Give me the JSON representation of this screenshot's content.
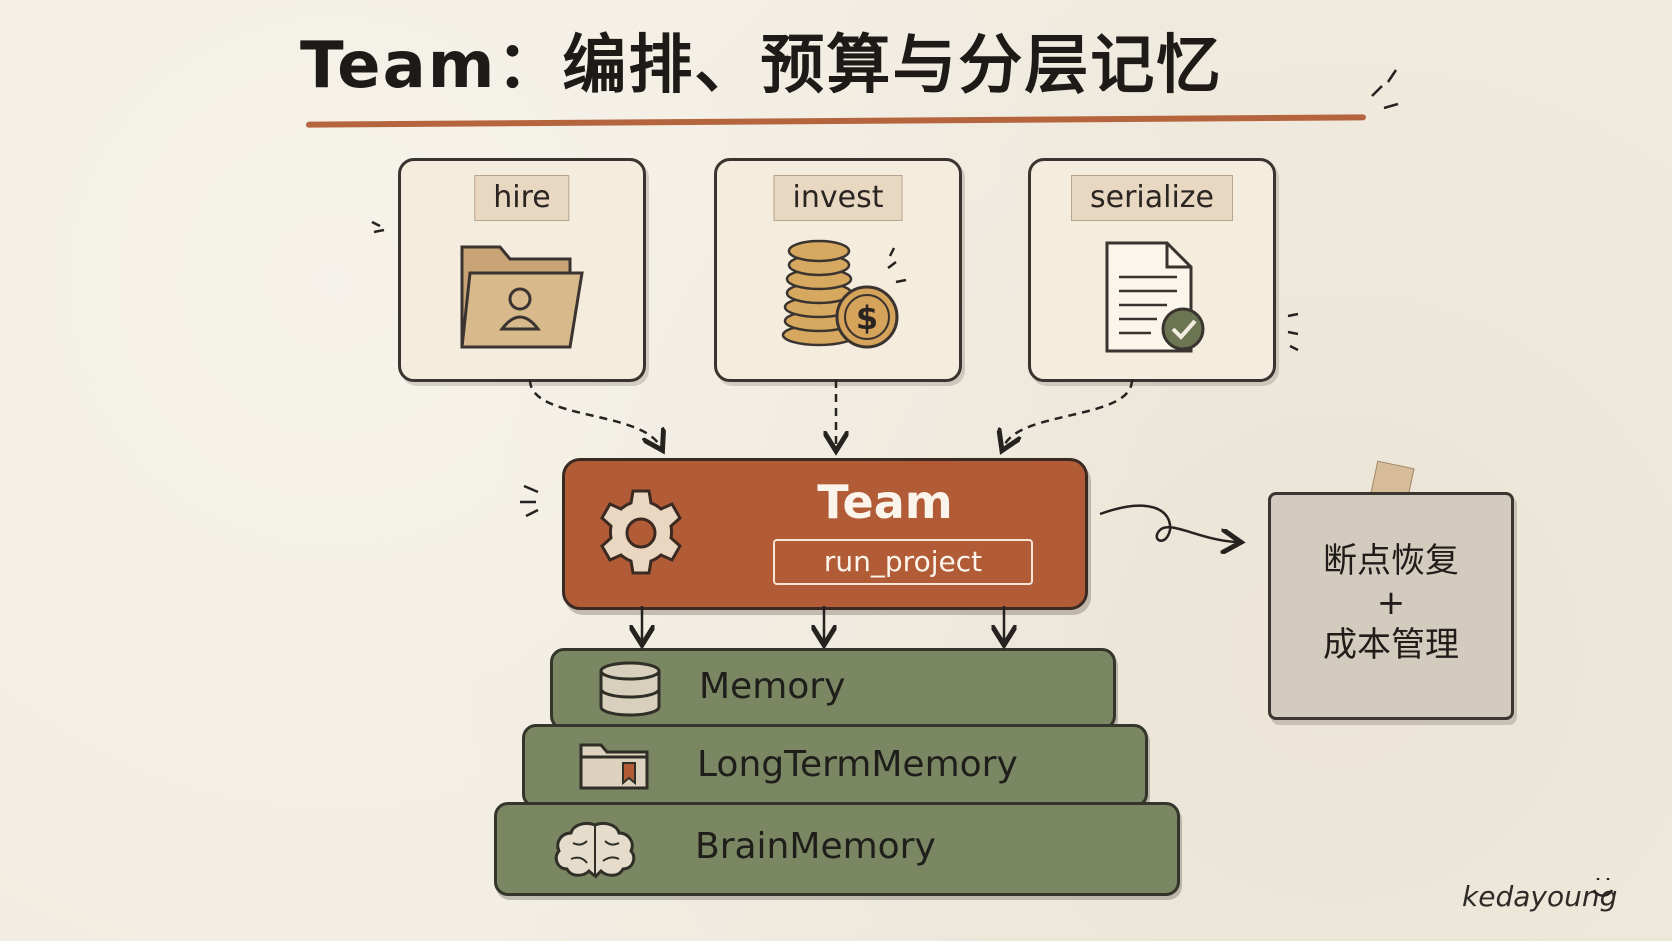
{
  "title": "Team：编排、预算与分层记忆",
  "cards": [
    {
      "label": "hire",
      "icon": "folder-user-icon"
    },
    {
      "label": "invest",
      "icon": "coins-dollar-icon"
    },
    {
      "label": "serialize",
      "icon": "document-check-icon"
    }
  ],
  "team": {
    "title": "Team",
    "method": "run_project",
    "icon": "gear-icon"
  },
  "memory_layers": [
    {
      "label": "Memory",
      "icon": "database-icon"
    },
    {
      "label": "LongTermMemory",
      "icon": "folder-bookmark-icon"
    },
    {
      "label": "BrainMemory",
      "icon": "brain-icon"
    }
  ],
  "note": {
    "line1": "断点恢复",
    "line2": "+",
    "line3": "成本管理"
  },
  "signature": "kedayoung",
  "colors": {
    "accent": "#b15c37",
    "layer": "#7b8662",
    "paper": "#f1ece0",
    "note": "#d3cbbd"
  }
}
